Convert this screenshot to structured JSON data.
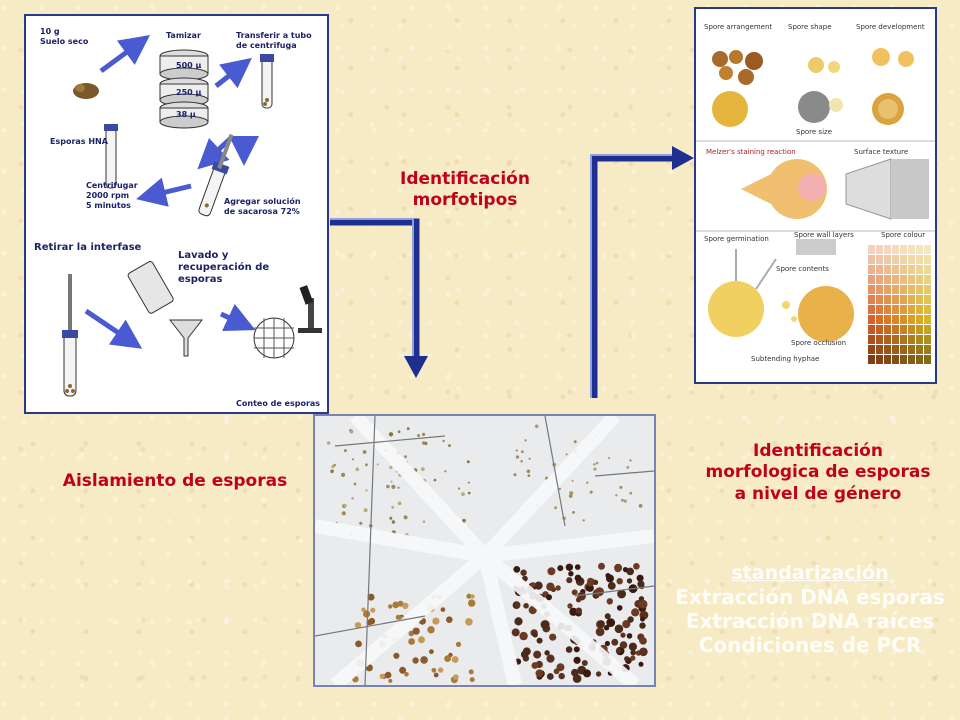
{
  "headings": {
    "morfotipos": "Identificación\nmorfotipos",
    "aislamiento": "Aislamiento de esporas",
    "morfologica": "Identificación\nmorfologica de esporas\na nivel de género"
  },
  "faded_text": {
    "line1": "standarización",
    "line2": "Extracción DNA esporas",
    "line3": "Extracción DNA raíces",
    "line4": "Condiciones de PCR"
  },
  "left_panel": {
    "soil": "10 g\nSuelo seco",
    "sieve": "Tamizar",
    "transfer": "Transferir a tubo\nde centrifuga",
    "sieve_sizes": [
      "500 μ",
      "250 μ",
      "38 μ"
    ],
    "spores": "Esporas HNA",
    "centrifuge": "Centrifugar\n2000 rpm\n5 minutos",
    "sucrose": "Agregar solución\nde sacarosa 72%",
    "interface": "Retirar la interfase",
    "wash": "Lavado y\nrecuperación de\nesporas",
    "count": "Conteo de esporas"
  },
  "right_panel": {
    "labels": [
      "Spore arrangement",
      "Spore shape",
      "Spore development",
      "Spore size",
      "Melzer's staining reaction",
      "Surface texture",
      "Spore germination",
      "Spore wall layers",
      "Spore colour",
      "Spore contents",
      "Spore occlusion",
      "Subtending hyphae"
    ]
  },
  "colors": {
    "heading": "#c1001b",
    "arrow": "#1f2f8f",
    "background": "#f7ebc6"
  }
}
